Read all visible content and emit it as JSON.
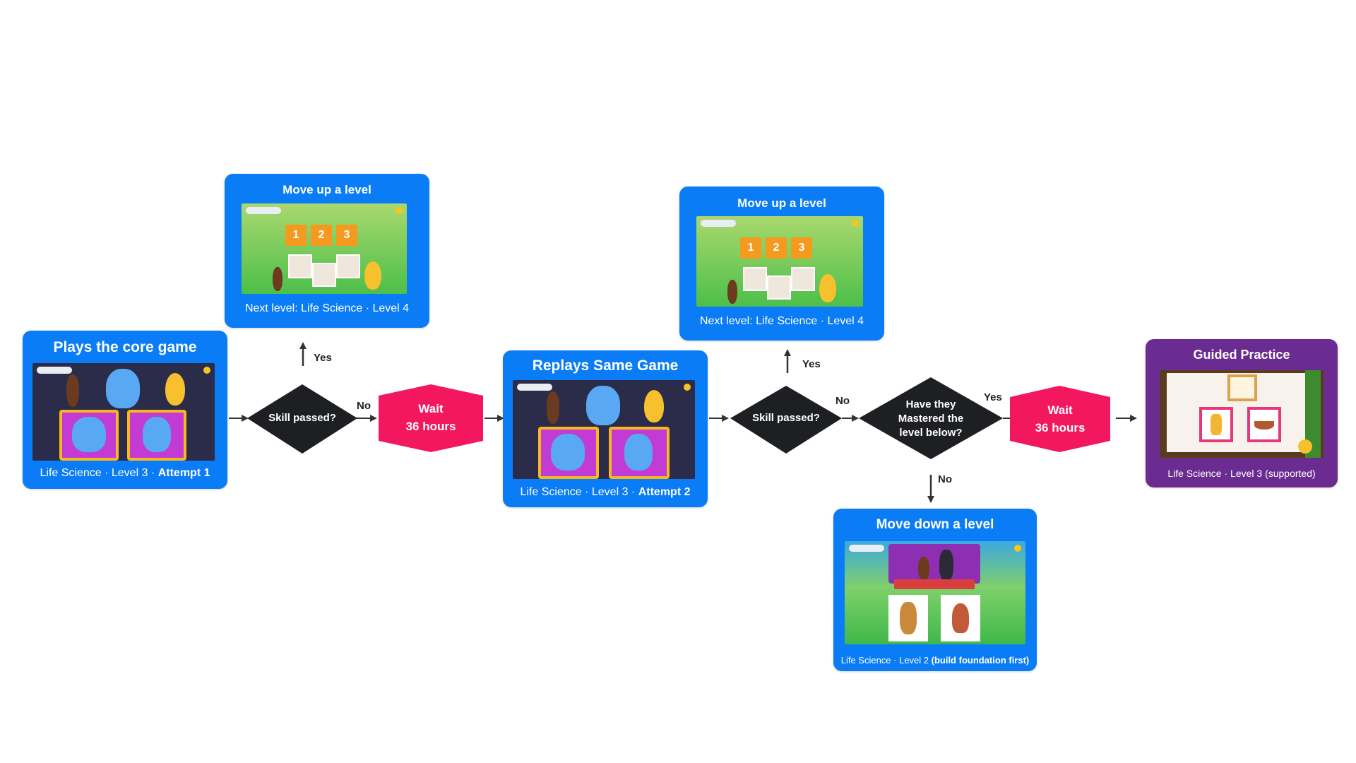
{
  "nodes": {
    "core_game": {
      "title": "Plays the core game",
      "caption_prefix": "Life Science · Level 3 · ",
      "caption_bold": "Attempt 1"
    },
    "move_up_1": {
      "title": "Move up a level",
      "caption": "Next level: Life Science · Level 4",
      "numbers": [
        "1",
        "2",
        "3"
      ]
    },
    "skill_check_1": {
      "label": "Skill passed?"
    },
    "wait_1": {
      "line1": "Wait",
      "line2": "36 hours"
    },
    "replay": {
      "title": "Replays Same Game",
      "caption_prefix": "Life Science · Level 3 · ",
      "caption_bold": "Attempt 2"
    },
    "move_up_2": {
      "title": "Move up a level",
      "caption": "Next level: Life Science · Level 4",
      "numbers": [
        "1",
        "2",
        "3"
      ]
    },
    "skill_check_2": {
      "label": "Skill passed?"
    },
    "mastered_check": {
      "line1": "Have they",
      "line2": "Mastered the",
      "line3": "level below?"
    },
    "wait_2": {
      "line1": "Wait",
      "line2": "36 hours"
    },
    "guided_practice": {
      "title": "Guided Practice",
      "caption": "Life Science · Level 3 (supported)"
    },
    "move_down": {
      "title": "Move down a level",
      "caption_prefix": "Life Science · Level 2 ",
      "caption_bold": "(build foundation first)"
    }
  },
  "edges": {
    "yes_1": "Yes",
    "no_1": "No",
    "yes_2": "Yes",
    "no_2": "No",
    "yes_3": "Yes",
    "no_3": "No"
  },
  "colors": {
    "card_blue": "#0a7cf6",
    "card_purple": "#6a2c91",
    "decision": "#1e1f22",
    "wait": "#f2175e",
    "arrow": "#333333"
  }
}
